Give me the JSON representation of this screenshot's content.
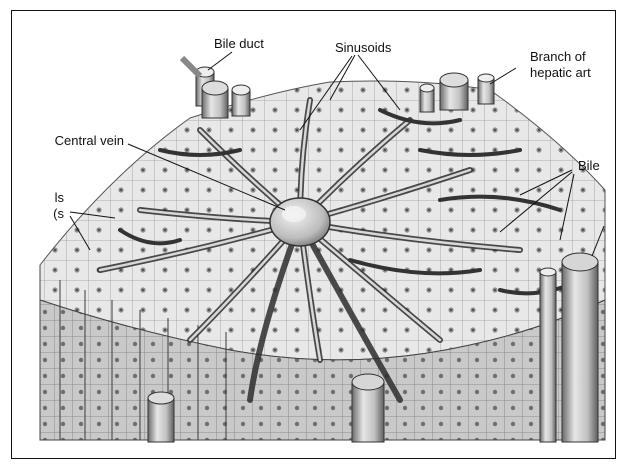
{
  "labels": {
    "bile_duct": "Bile duct",
    "sinusoids": "Sinusoids",
    "branch_of_1": "Branch of",
    "branch_of_2": "hepatic art",
    "central_vein": "Central vein",
    "bile_right": "Bile",
    "left_partial_1": "ls",
    "left_partial_2": "s)"
  },
  "colors": {
    "tissue_light": "#ececec",
    "tissue_mid": "#bdbdbd",
    "tissue_dark": "#5a5a5a",
    "vessel_fill": "#d2d2d2",
    "line": "#111111"
  }
}
